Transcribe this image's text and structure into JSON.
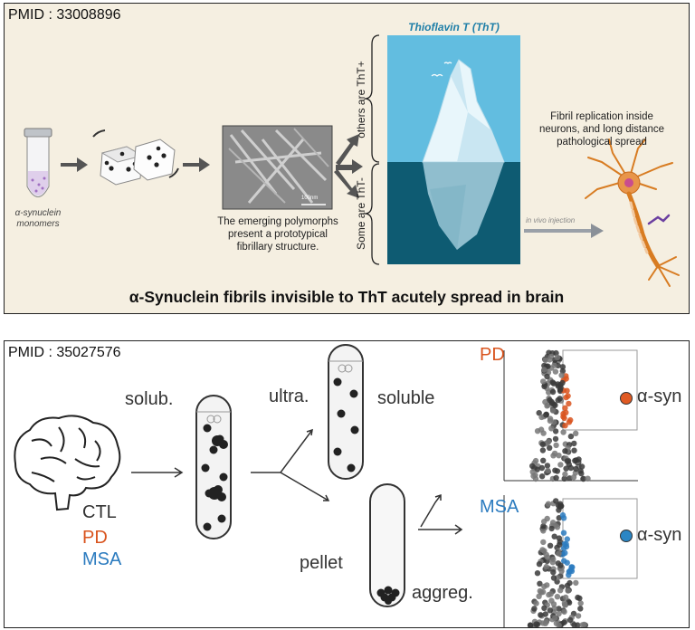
{
  "top": {
    "pmid": "PMID : 33008896",
    "tube_label_1": "α-synuclein",
    "tube_label_2": "monomers",
    "polymorph_caption_1": "The emerging polymorphs",
    "polymorph_caption_2": "present a  prototypical",
    "polymorph_caption_3": "fibrillary structure.",
    "scale_bar": "100nm",
    "tht_title": "Thioflavin T (ThT)",
    "others_label": "others are ThT+",
    "some_label": "Some are ThT-",
    "injection_label": "in vivo injection",
    "fibril_text_1": "Fibril replication inside",
    "fibril_text_2": "neurons, and long distance",
    "fibril_text_3": "pathological spread",
    "headline": "α-Synuclein fibrils invisible to ThT acutely spread in brain"
  },
  "bottom": {
    "pmid": "PMID : 35027576",
    "ctl": "CTL",
    "pd": "PD",
    "msa": "MSA",
    "solub": "solub.",
    "ultra": "ultra.",
    "soluble": "soluble",
    "pellet": "pellet",
    "aggreg": "aggreg.",
    "plot_pd": "PD",
    "plot_msa": "MSA",
    "asyn_1": "α-syn",
    "asyn_2": "α-syn"
  },
  "colors": {
    "pd": "#d9541e",
    "msa": "#2b7bbf",
    "ice_sky": "#5fb8dd",
    "ice_sea": "#0d5c73"
  }
}
